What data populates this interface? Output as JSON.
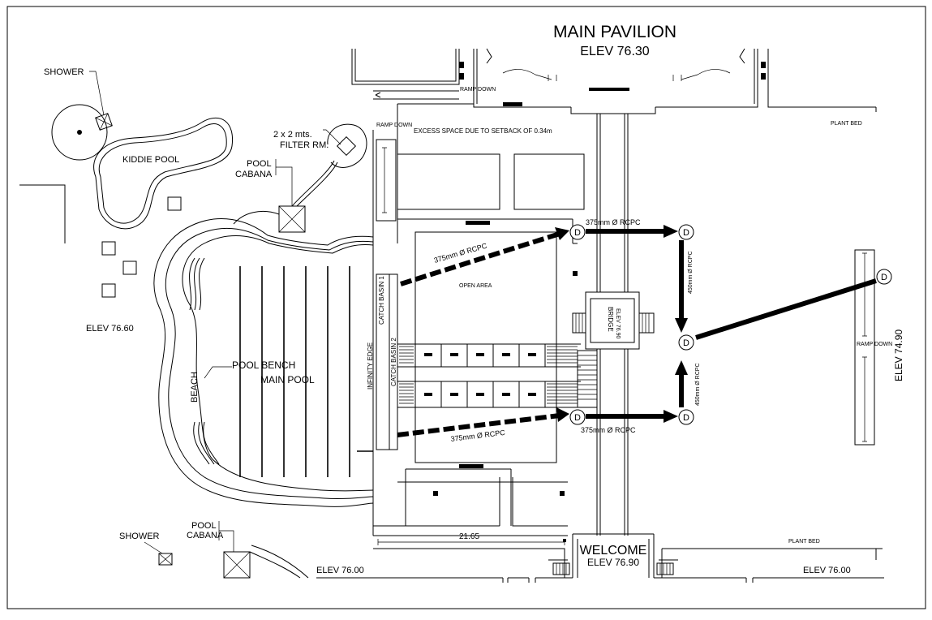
{
  "title": {
    "name": "MAIN PAVILION",
    "elevation": "ELEV 76.30"
  },
  "labels": {
    "shower_top": "SHOWER",
    "kiddie_pool": "KIDDIE POOL",
    "filter_room_1": "2 x 2 mts.",
    "filter_room_2": "FILTER RM.",
    "pool_cabana_top_1": "POOL",
    "pool_cabana_top_2": "CABANA",
    "elev_left": "ELEV 76.60",
    "beach": "BEACH",
    "pool_bench": "POOL BENCH",
    "main_pool": "MAIN POOL",
    "infinity_edge": "INFINITY EDGE",
    "catch_basin_1": "CATCH BASIN 1",
    "catch_basin_2": "CATCH BASIN 2",
    "open_area": "OPEN AREA",
    "excess_space": "EXCESS SPACE DUE TO SETBACK OF 0.34m",
    "ramp_down": "RAMP DOWN",
    "plant_bed_top": "PLANT BED",
    "plant_bed_bottom": "PLANT BED",
    "bridge": "BRIDGE",
    "bridge_elev": "ELEV 76.90",
    "pipe_375_a": "375mm Ø RCPC",
    "pipe_375_b": "375mm Ø RCPC",
    "pipe_375_c": "375mm Ø RCPC",
    "pipe_375_d": "375mm Ø RCPC",
    "pipe_450_a": "450mm Ø RCPC",
    "pipe_450_b": "450mm Ø RCPC",
    "elev_right": "ELEV 74.90",
    "shower_bottom": "SHOWER",
    "pool_cabana_bottom_1": "POOL",
    "pool_cabana_bottom_2": "CABANA",
    "elev_bottom_left": "ELEV 76.00",
    "elev_bottom_right": "ELEV 76.00",
    "dimension": "21.65",
    "welcome": "WELCOME",
    "welcome_elev": "ELEV 76.90",
    "drain": "D"
  }
}
